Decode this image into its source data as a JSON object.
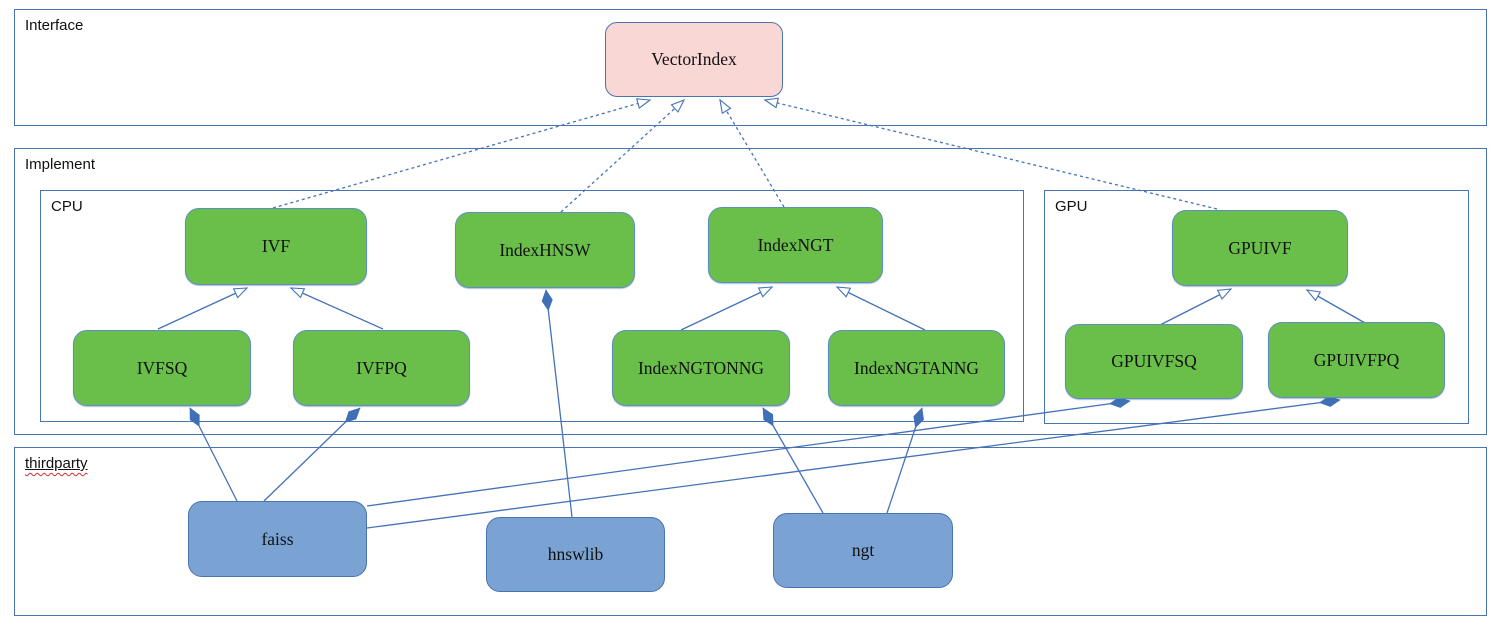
{
  "containers": {
    "interface": {
      "label": "Interface"
    },
    "implement": {
      "label": "Implement"
    },
    "cpu": {
      "label": "CPU"
    },
    "gpu": {
      "label": "GPU"
    },
    "thirdparty": {
      "label": "thirdparty"
    }
  },
  "nodes": {
    "vectorindex": {
      "label": "VectorIndex",
      "kind": "interface",
      "container": "interface"
    },
    "ivf": {
      "label": "IVF",
      "kind": "class",
      "container": "cpu"
    },
    "indexhnsw": {
      "label": "IndexHNSW",
      "kind": "class",
      "container": "cpu"
    },
    "indexngt": {
      "label": "IndexNGT",
      "kind": "class",
      "container": "cpu"
    },
    "ivfsq": {
      "label": "IVFSQ",
      "kind": "class",
      "container": "cpu"
    },
    "ivfpq": {
      "label": "IVFPQ",
      "kind": "class",
      "container": "cpu"
    },
    "indexngtonng": {
      "label": "IndexNGTONNG",
      "kind": "class",
      "container": "cpu"
    },
    "indexngtanng": {
      "label": "IndexNGTANNG",
      "kind": "class",
      "container": "cpu"
    },
    "gpuivf": {
      "label": "GPUIVF",
      "kind": "class",
      "container": "gpu"
    },
    "gpuivfsq": {
      "label": "GPUIVFSQ",
      "kind": "class",
      "container": "gpu"
    },
    "gpuivfpq": {
      "label": "GPUIVFPQ",
      "kind": "class",
      "container": "gpu"
    },
    "faiss": {
      "label": "faiss",
      "kind": "library",
      "container": "thirdparty"
    },
    "hnswlib": {
      "label": "hnswlib",
      "kind": "library",
      "container": "thirdparty"
    },
    "ngt": {
      "label": "ngt",
      "kind": "library",
      "container": "thirdparty"
    }
  },
  "edges": [
    {
      "from": "ivf",
      "to": "vectorindex",
      "type": "realization",
      "style": "dashed-hollow-arrow"
    },
    {
      "from": "indexhnsw",
      "to": "vectorindex",
      "type": "realization",
      "style": "dashed-hollow-arrow"
    },
    {
      "from": "indexngt",
      "to": "vectorindex",
      "type": "realization",
      "style": "dashed-hollow-arrow"
    },
    {
      "from": "gpuivf",
      "to": "vectorindex",
      "type": "realization",
      "style": "dashed-hollow-arrow"
    },
    {
      "from": "ivfsq",
      "to": "ivf",
      "type": "generalization",
      "style": "solid-hollow-arrow"
    },
    {
      "from": "ivfpq",
      "to": "ivf",
      "type": "generalization",
      "style": "solid-hollow-arrow"
    },
    {
      "from": "indexngtonng",
      "to": "indexngt",
      "type": "generalization",
      "style": "solid-hollow-arrow"
    },
    {
      "from": "indexngtanng",
      "to": "indexngt",
      "type": "generalization",
      "style": "solid-hollow-arrow"
    },
    {
      "from": "gpuivfsq",
      "to": "gpuivf",
      "type": "generalization",
      "style": "solid-hollow-arrow"
    },
    {
      "from": "gpuivfpq",
      "to": "gpuivf",
      "type": "generalization",
      "style": "solid-hollow-arrow"
    },
    {
      "from": "faiss",
      "to": "ivfsq",
      "type": "composition",
      "style": "solid-filled-diamond"
    },
    {
      "from": "faiss",
      "to": "ivfpq",
      "type": "composition",
      "style": "solid-filled-diamond"
    },
    {
      "from": "faiss",
      "to": "gpuivfsq",
      "type": "composition",
      "style": "solid-filled-diamond"
    },
    {
      "from": "faiss",
      "to": "gpuivfpq",
      "type": "composition",
      "style": "solid-filled-diamond"
    },
    {
      "from": "hnswlib",
      "to": "indexhnsw",
      "type": "composition",
      "style": "solid-filled-diamond"
    },
    {
      "from": "ngt",
      "to": "indexngtonng",
      "type": "composition",
      "style": "solid-filled-diamond"
    },
    {
      "from": "ngt",
      "to": "indexngtanng",
      "type": "composition",
      "style": "solid-filled-diamond"
    }
  ],
  "colors": {
    "line_color": "#4472b8",
    "container_border": "#4a74ad",
    "class_fill": "#69bf49",
    "class_border": "#5f8fc0",
    "interface_fill": "#f8d7d5",
    "library_fill": "#7aa3d4",
    "squiggle_color": "#d03030"
  }
}
